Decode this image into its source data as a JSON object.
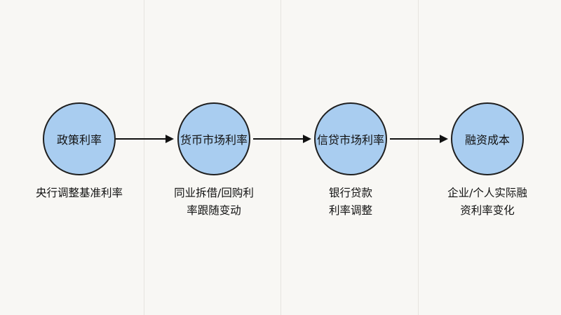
{
  "diagram": {
    "nodes": [
      {
        "label": "政策利率",
        "caption": "央行调整基准利率"
      },
      {
        "label": "货币市场利率",
        "caption": "同业拆借/回购利\n率跟随变动"
      },
      {
        "label": "信贷市场利率",
        "caption": "银行贷款\n利率调整"
      },
      {
        "label": "融资成本",
        "caption": "企业/个人实际融\n资利率变化"
      }
    ],
    "edges": [
      {
        "from": "政策利率",
        "to": "货币市场利率"
      },
      {
        "from": "货币市场利率",
        "to": "信贷市场利率"
      },
      {
        "from": "信贷市场利率",
        "to": "融资成本"
      }
    ],
    "colors": {
      "node_fill": "#a9cdf0",
      "node_stroke": "#1f1f1f",
      "arrow": "#111111",
      "background": "#f8f7f4"
    }
  }
}
